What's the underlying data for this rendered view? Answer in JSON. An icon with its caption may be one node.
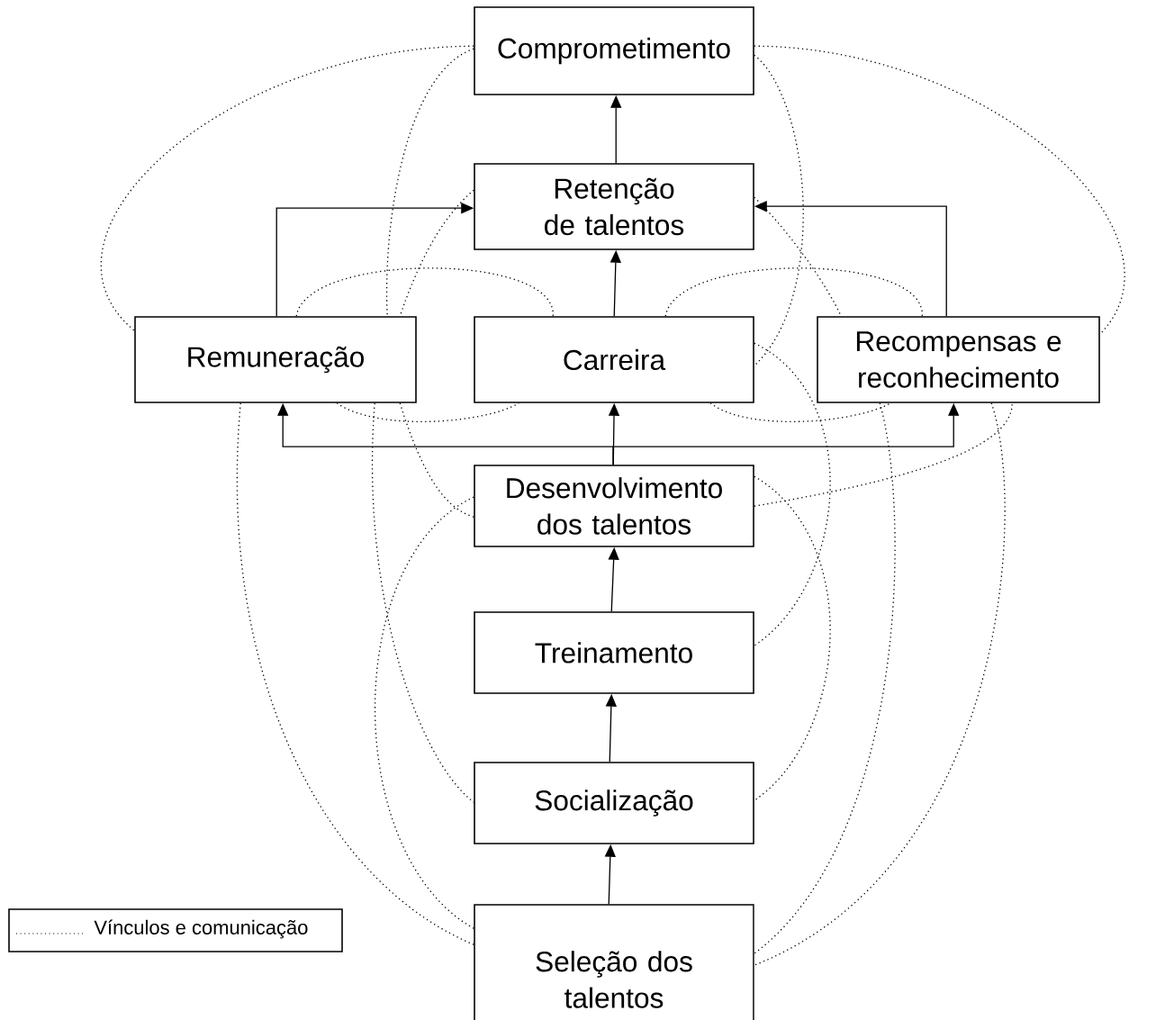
{
  "diagram": {
    "nodes": [
      {
        "text": [
          "Comprometimento"
        ]
      },
      {
        "text": [
          "Retenção de talentos"
        ]
      },
      {
        "text": [
          "Remuneração"
        ]
      },
      {
        "text": [
          "Carreira"
        ]
      },
      {
        "text": [
          "Recompensas e reconhecimento"
        ]
      },
      {
        "text": [
          "Desenvolvimento dos talentos"
        ]
      },
      {
        "text": [
          "Treinamento"
        ]
      },
      {
        "text": [
          "Socialização"
        ]
      },
      {
        "text": [
          "Seleção dos talentos"
        ]
      }
    ],
    "edges": [
      {
        "from": 1,
        "to": 0,
        "arrow": "to"
      },
      {
        "from": 3,
        "to": 1,
        "arrow": "to"
      },
      {
        "from": 2,
        "to": 1,
        "arrow": "to"
      },
      {
        "from": 4,
        "to": 1,
        "arrow": "to"
      },
      {
        "from": 5,
        "to": 3,
        "arrow": "to"
      },
      {
        "from": 5,
        "to": 2,
        "arrow": "to"
      },
      {
        "from": 5,
        "to": 4,
        "arrow": "to"
      },
      {
        "from": 6,
        "to": 5,
        "arrow": "to"
      },
      {
        "from": 7,
        "to": 6,
        "arrow": "to"
      },
      {
        "from": 8,
        "to": 7,
        "arrow": "to"
      },
      {
        "from": 0,
        "to": 2,
        "arrow": "none",
        "style": "dashed"
      },
      {
        "from": 0,
        "to": 4,
        "arrow": "none",
        "style": "dashed"
      },
      {
        "from": 0,
        "to": 3,
        "arrow": "none",
        "style": "dashed"
      },
      {
        "from": 0,
        "to": 2,
        "arrow": "none",
        "style": "dashed"
      },
      {
        "from": 1,
        "to": 2,
        "arrow": "none",
        "style": "dashed"
      },
      {
        "from": 1,
        "to": 4,
        "arrow": "none",
        "style": "dashed"
      },
      {
        "from": 2,
        "to": 3,
        "arrow": "none",
        "style": "dashed"
      },
      {
        "from": 3,
        "to": 4,
        "arrow": "none",
        "style": "dashed"
      },
      {
        "from": 2,
        "to": 3,
        "arrow": "none",
        "style": "dashed"
      },
      {
        "from": 3,
        "to": 4,
        "arrow": "none",
        "style": "dashed"
      },
      {
        "from": 2,
        "to": 8,
        "arrow": "none",
        "style": "dashed"
      },
      {
        "from": 2,
        "to": 5,
        "arrow": "none",
        "style": "dashed"
      },
      {
        "from": 2,
        "to": 7,
        "arrow": "none",
        "style": "dashed"
      },
      {
        "from": 5,
        "to": 8,
        "arrow": "none",
        "style": "dashed"
      },
      {
        "from": 5,
        "to": 4,
        "arrow": "none",
        "style": "dashed"
      },
      {
        "from": 5,
        "to": 7,
        "arrow": "none",
        "style": "dashed"
      },
      {
        "from": 3,
        "to": 6,
        "arrow": "none",
        "style": "dashed"
      },
      {
        "from": 4,
        "to": 8,
        "arrow": "none",
        "style": "dashed"
      },
      {
        "from": 4,
        "to": 8,
        "arrow": "none",
        "style": "dashed"
      }
    ],
    "legend": [
      {
        "text": "Vínculos e comunicação"
      }
    ]
  }
}
